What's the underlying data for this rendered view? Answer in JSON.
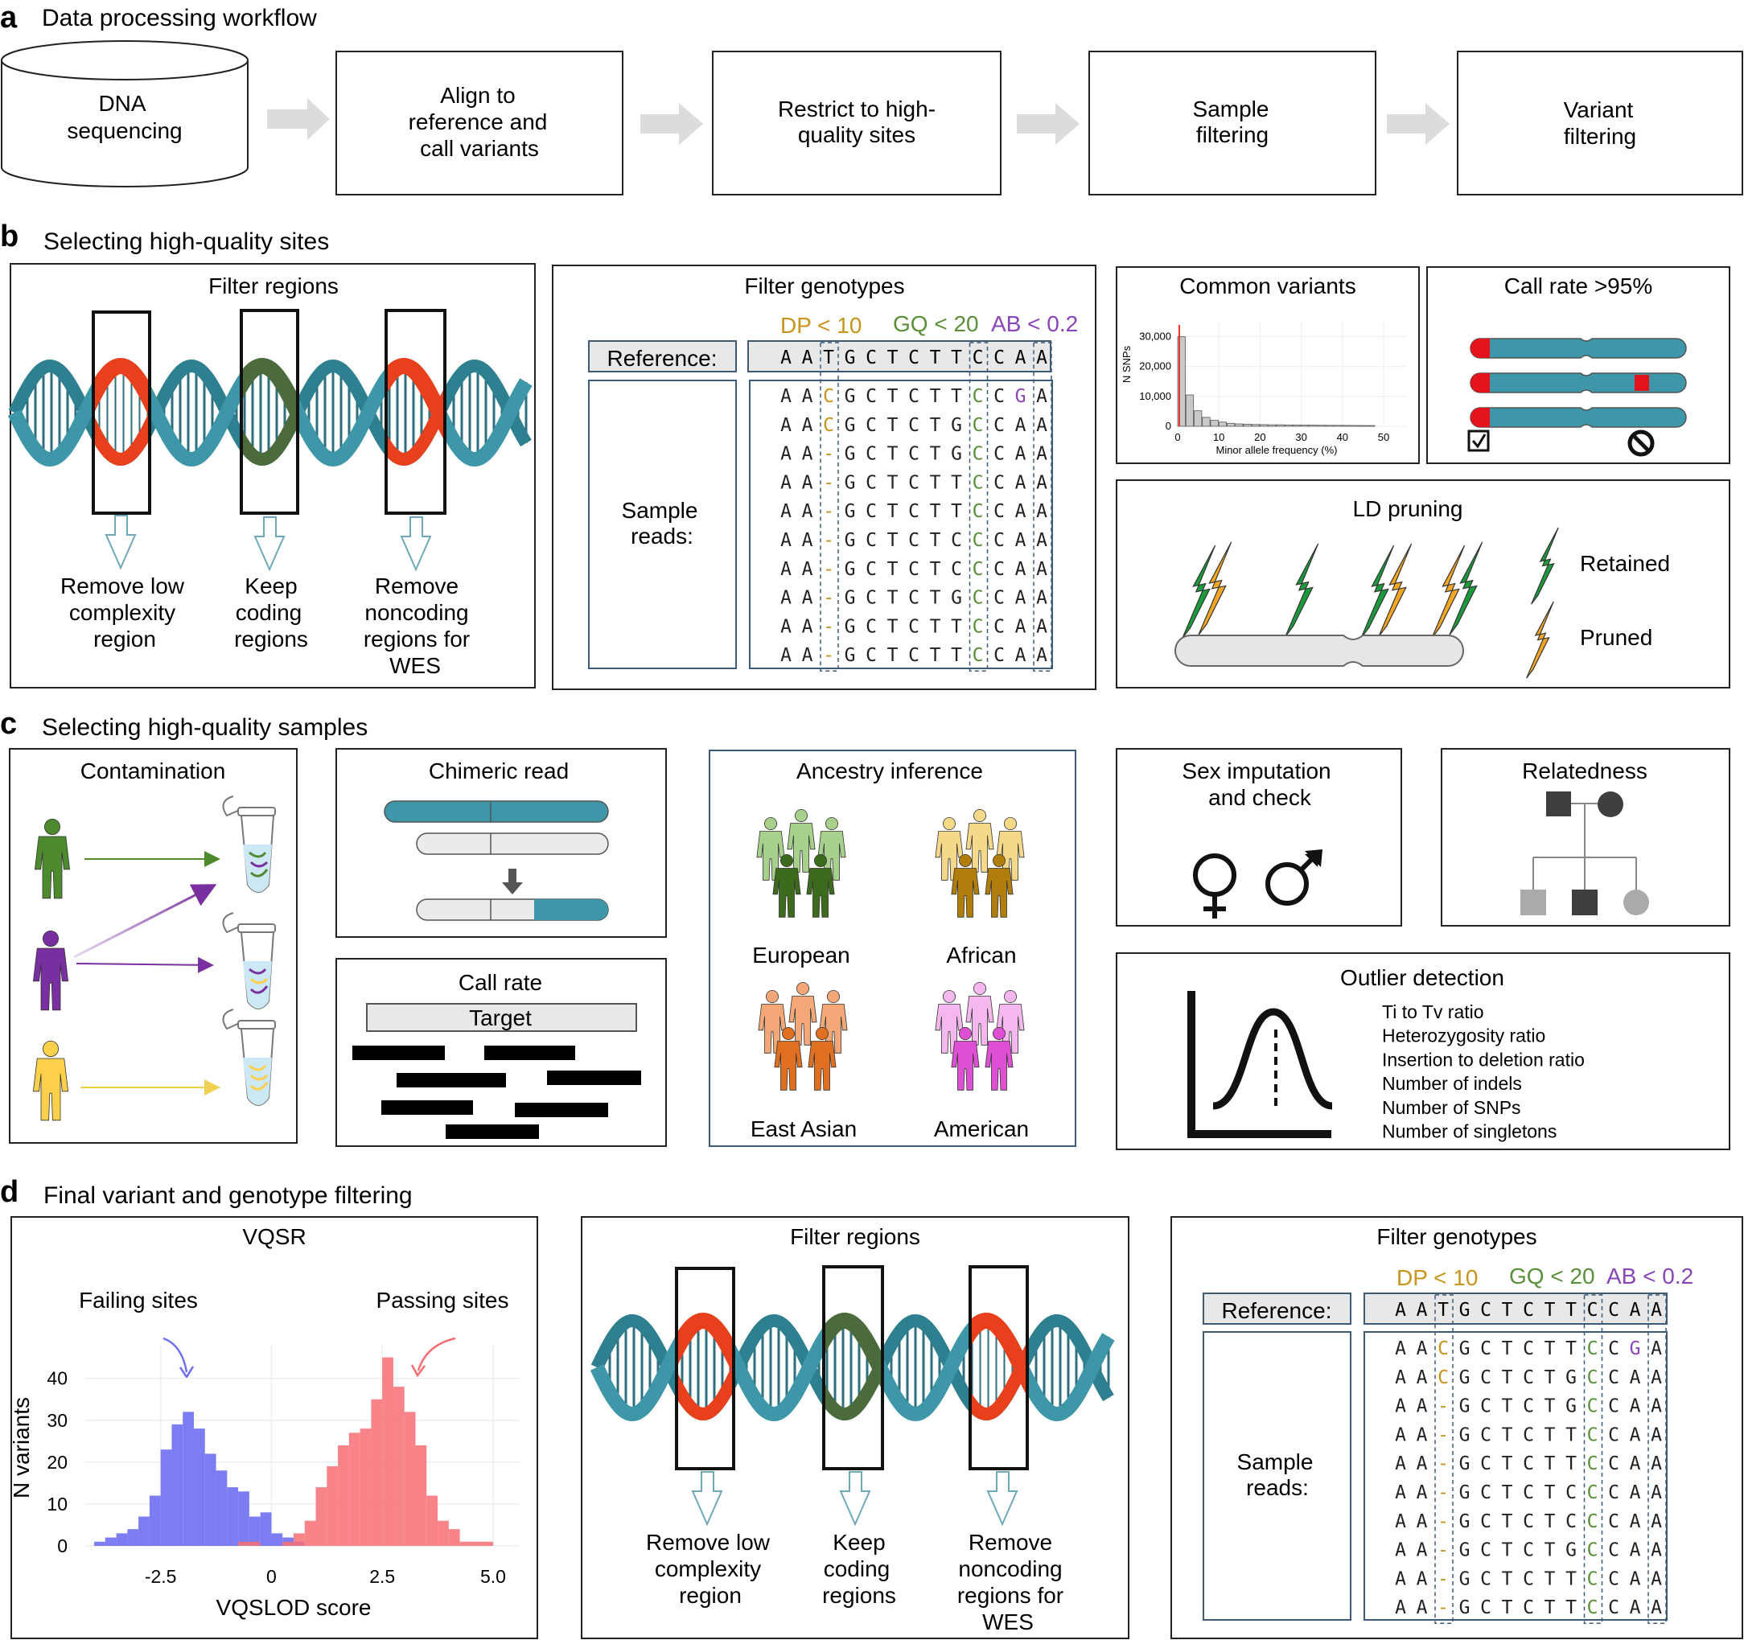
{
  "panel_a": {
    "letter": "a",
    "title": "Data processing workflow",
    "steps": [
      {
        "lines": [
          "DNA",
          "sequencing"
        ]
      },
      {
        "lines": [
          "Align to",
          "reference and",
          "call variants"
        ]
      },
      {
        "lines": [
          "Restrict to high-",
          "quality sites"
        ]
      },
      {
        "lines": [
          "Sample",
          "filtering"
        ]
      },
      {
        "lines": [
          "Variant",
          "filtering"
        ]
      }
    ]
  },
  "panel_b": {
    "letter": "b",
    "title": "Selecting high-quality sites",
    "filter_regions": {
      "title": "Filter regions",
      "labels": [
        {
          "lines": [
            "Remove low",
            "complexity",
            "region"
          ]
        },
        {
          "lines": [
            "Keep",
            "coding",
            "regions"
          ]
        },
        {
          "lines": [
            "Remove",
            "noncoding",
            "regions for",
            "WES"
          ]
        }
      ]
    },
    "filter_genotypes": {
      "title": "Filter genotypes",
      "dp": "DP < 10",
      "gq": "GQ < 20",
      "ab": "AB < 0.2",
      "reference_label": "Reference:",
      "sample_label": [
        "Sample",
        "reads:"
      ],
      "reference_seq": "AATGCTCTTCCAA",
      "reads": [
        "AACGCTCTTCCGA",
        "AACGCTCTGCCAA",
        "AA-GCTCTGCCAA",
        "AA-GCTCTTCCAA",
        "AA-GCTCTTCCAA",
        "AA-GCTCTCCCAA",
        "AA-GCTCTCCCAA",
        "AA-GCTCTGCCAA",
        "AA-GCTCTTCCAA",
        "AA-GCTCTTCCAA"
      ]
    },
    "common_variants": {
      "title": "Common variants",
      "ylabel": "N SNPs",
      "xlabel": "Minor allele frequency (%)",
      "yticks": [
        "0",
        "10,000",
        "20,000",
        "30,000"
      ],
      "xticks": [
        "0",
        "10",
        "20",
        "30",
        "40",
        "50"
      ]
    },
    "call_rate": {
      "title": "Call rate >95%"
    },
    "ld_pruning": {
      "title": "LD pruning",
      "retained": "Retained",
      "pruned": "Pruned"
    }
  },
  "panel_c": {
    "letter": "c",
    "title": "Selecting high-quality samples",
    "contamination": {
      "title": "Contamination"
    },
    "chimeric": {
      "title": "Chimeric read"
    },
    "call_rate": {
      "title": "Call rate",
      "target": "Target"
    },
    "ancestry": {
      "title": "Ancestry inference",
      "groups": [
        "European",
        "African",
        "East Asian",
        "American"
      ]
    },
    "sex": {
      "title": [
        "Sex imputation",
        "and check"
      ]
    },
    "relatedness": {
      "title": "Relatedness"
    },
    "outlier": {
      "title": "Outlier detection",
      "items": [
        "Ti to Tv ratio",
        "Heterozygosity ratio",
        "Insertion to deletion ratio",
        "Number of indels",
        "Number of SNPs",
        "Number of singletons"
      ]
    }
  },
  "panel_d": {
    "letter": "d",
    "title": "Final variant and genotype filtering",
    "vqsr": {
      "title": "VQSR",
      "failing": "Failing sites",
      "passing": "Passing sites",
      "xlabel": "VQSLOD score",
      "ylabel": "N variants",
      "xticks": [
        "-2.5",
        "0",
        "2.5",
        "5.0"
      ],
      "yticks": [
        "0",
        "10",
        "20",
        "30",
        "40"
      ]
    },
    "filter_regions": {
      "title": "Filter regions",
      "labels": [
        {
          "lines": [
            "Remove low",
            "complexity",
            "region"
          ]
        },
        {
          "lines": [
            "Keep",
            "coding",
            "regions"
          ]
        },
        {
          "lines": [
            "Remove",
            "noncoding",
            "regions for",
            "WES"
          ]
        }
      ]
    },
    "filter_genotypes": {
      "title": "Filter genotypes",
      "dp": "DP < 10",
      "gq": "GQ < 20",
      "ab": "AB < 0.2",
      "reference_label": "Reference:",
      "sample_label": [
        "Sample",
        "reads:"
      ]
    }
  },
  "colors": {
    "dna": "#3d97a8",
    "dna_red": "#e8401c",
    "dna_green": "#4b6b3c",
    "dp": "#c8941b",
    "gq": "#5a8f3a",
    "ab": "#8a45b8",
    "fail": "#6f6ff2",
    "pass": "#f76f74",
    "european": "#6aa84f",
    "african": "#c4960a",
    "eastasian": "#ee8033",
    "american": "#e067d8"
  }
}
